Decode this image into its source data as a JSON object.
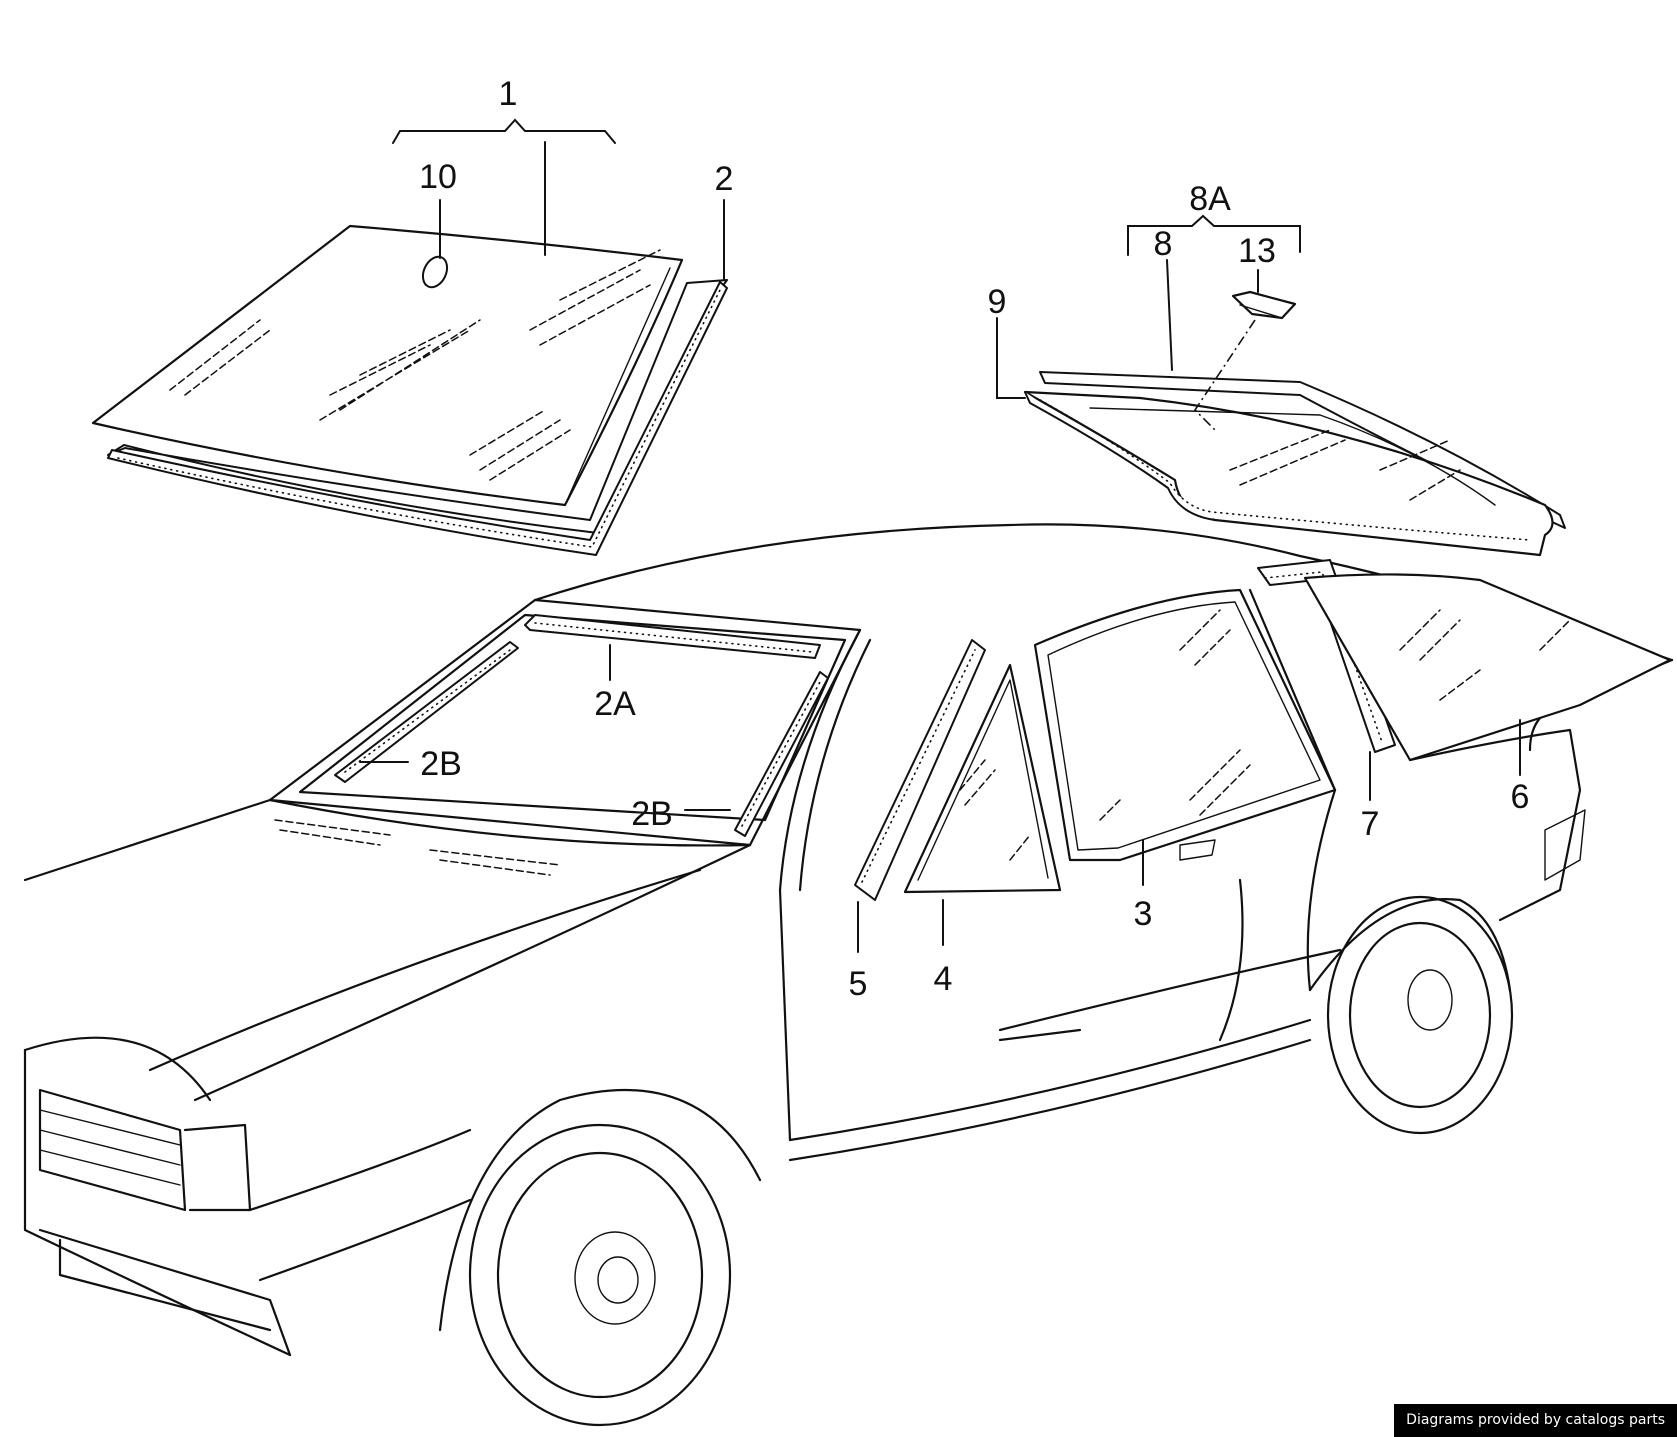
{
  "diagram": {
    "callouts": {
      "c1": "1",
      "c10": "10",
      "c2": "2",
      "c8A": "8A",
      "c8": "8",
      "c13": "13",
      "c9": "9",
      "c2A": "2A",
      "c2B_left": "2B",
      "c2B_right": "2B",
      "c3": "3",
      "c4": "4",
      "c5": "5",
      "c6": "6",
      "c7": "7"
    }
  },
  "credit": {
    "text": "Diagrams provided by catalogs parts"
  },
  "colors": {
    "line": "#111111",
    "background": "#ffffff",
    "credit_bg": "#000000",
    "credit_text": "#ffffff"
  }
}
